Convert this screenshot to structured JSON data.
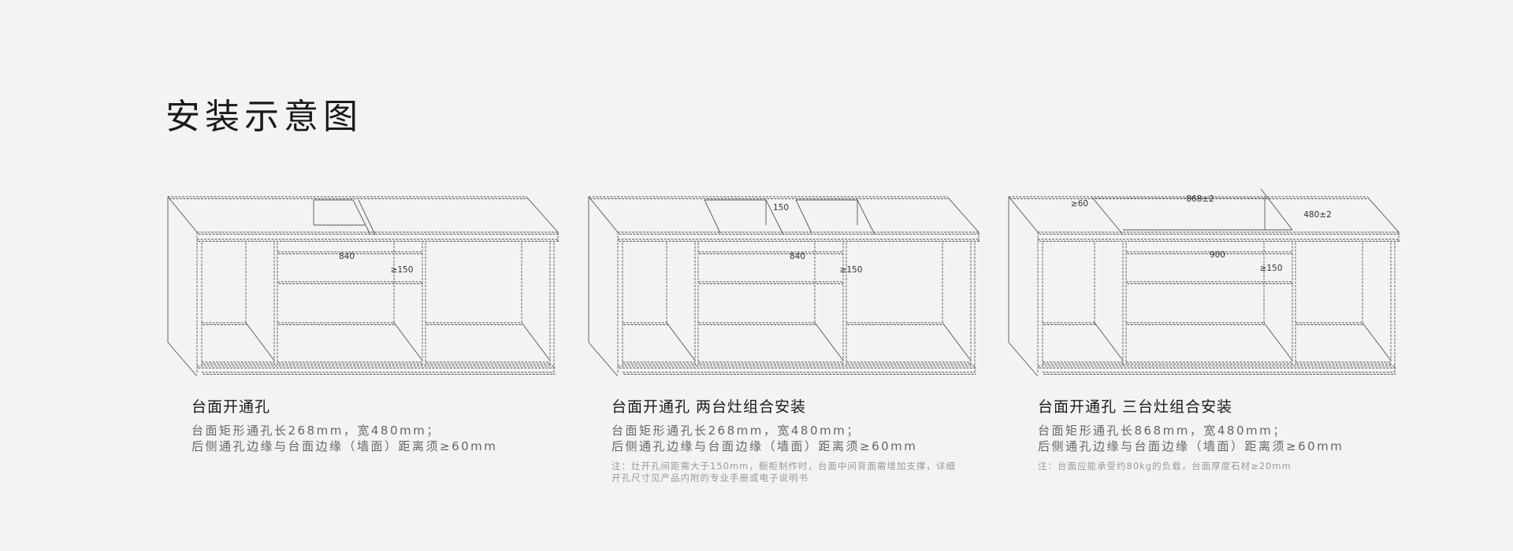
{
  "title": "安装示意图",
  "panels": [
    {
      "heading": "台面开通孔",
      "desc": [
        "台面矩形通孔长268mm，宽480mm；",
        "后侧通孔边缘与台面边缘（墙面）距离须≥60mm"
      ],
      "note": [],
      "dims": {
        "width": "840",
        "depth": "≥150"
      }
    },
    {
      "heading": "台面开通孔 两台灶组合安装",
      "desc": [
        "台面矩形通孔长268mm，宽480mm；",
        "后侧通孔边缘与台面边缘（墙面）距离须≥60mm"
      ],
      "note": [
        "注：灶开孔间距需大于150mm，橱柜制作时，台面中间背面需增加支撑，详细",
        "开孔尺寸见产品内附的专业手册或电子说明书"
      ],
      "dims": {
        "gap": "150",
        "width": "840",
        "depth": "≥150"
      }
    },
    {
      "heading": "台面开通孔 三台灶组合安装",
      "desc": [
        "台面矩形通孔长868mm，宽480mm；",
        "后侧通孔边缘与台面边缘（墙面）距离须≥60mm"
      ],
      "note": [
        "注：台面应能承受约80kg的负载，台面厚度石材≥20mm"
      ],
      "dims": {
        "back": "≥60",
        "length": "868±2",
        "hole_depth": "480±2",
        "width": "900",
        "depth": "≥150"
      }
    }
  ]
}
